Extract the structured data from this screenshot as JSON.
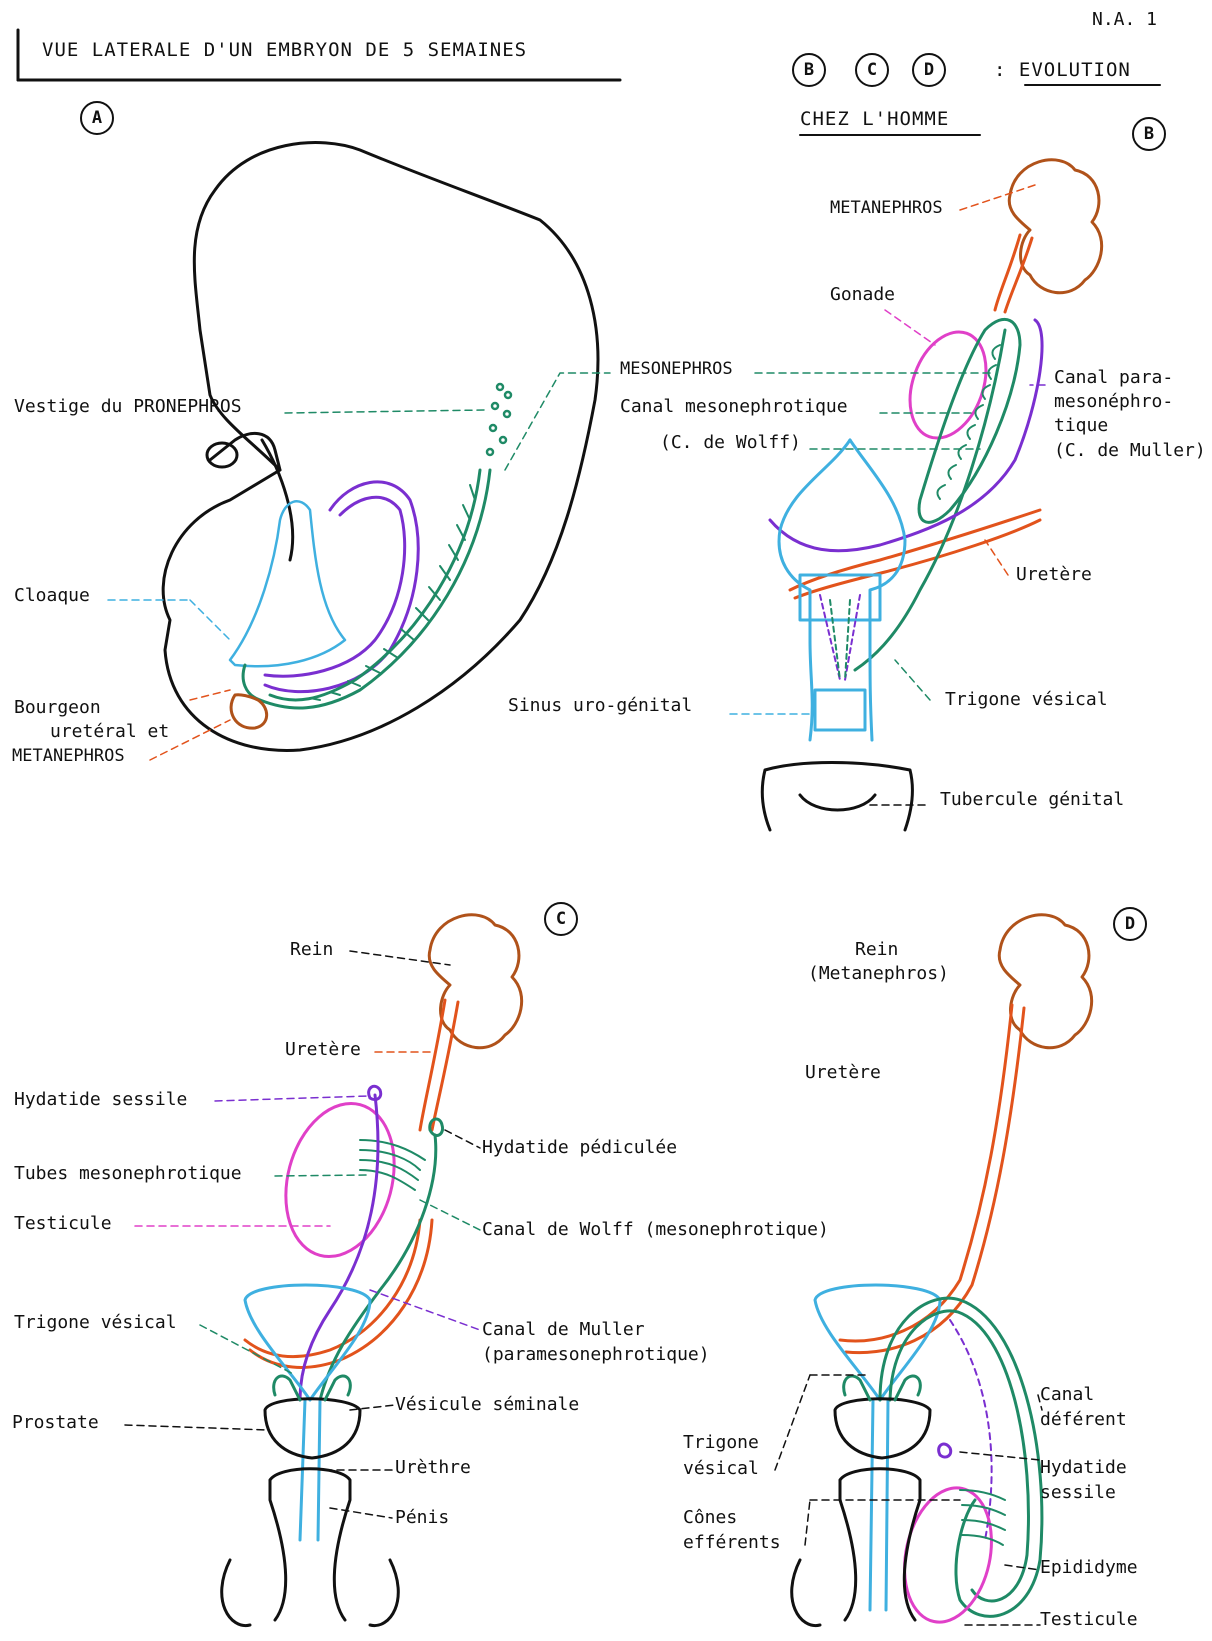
{
  "header": {
    "page_ref": "N.A. 1",
    "title": "VUE LATERALE D'UN EMBRYON DE 5 SEMAINES",
    "evolution_letters": [
      "B",
      "C",
      "D"
    ],
    "evolution_label": ": EVOLUTION",
    "subtitle": "CHEZ L'HOMME"
  },
  "panels": {
    "A": {
      "letter": "A",
      "labels": {
        "pronephros": "Vestige du PRONEPHROS",
        "cloaque": "Cloaque",
        "bourgeon_1": "Bourgeon",
        "bourgeon_2": "uretéral et",
        "metanephros": "METANEPHROS"
      }
    },
    "B": {
      "letter": "B",
      "labels": {
        "metanephros": "METANEPHROS",
        "gonade": "Gonade",
        "mesonephros": "MESONEPHROS",
        "canal_meso": "Canal mesonephrotique",
        "wolff": "(C. de Wolff)",
        "para_1": "Canal para-",
        "para_2": "mesonéphro-",
        "para_3": "tique",
        "para_4": "(C. de Muller)",
        "uretere": "Uretère",
        "trigone": "Trigone vésical",
        "sinus": "Sinus uro-génital",
        "tubercule": "Tubercule génital"
      }
    },
    "C": {
      "letter": "C",
      "labels": {
        "rein": "Rein",
        "uretere": "Uretère",
        "hydatide_sessile": "Hydatide sessile",
        "tubes": "Tubes mesonephrotique",
        "testicule": "Testicule",
        "hydatide_ped": "Hydatide pédiculée",
        "wolff": "Canal de Wolff  (mesonephrotique)",
        "trigone": "Trigone vésical",
        "muller_1": "Canal de Muller",
        "muller_2": "(paramesonephrotique)",
        "prostate": "Prostate",
        "vesicule": "Vésicule séminale",
        "urethre": "Urèthre",
        "penis": "Pénis"
      }
    },
    "D": {
      "letter": "D",
      "labels": {
        "rein_1": "Rein",
        "rein_2": "(Metanephros)",
        "uretere": "Uretère",
        "canal_1": "Canal",
        "canal_2": "déférent",
        "trigone_1": "Trigone",
        "trigone_2": "vésical",
        "hydatide_1": "Hydatide",
        "hydatide_2": "sessile",
        "cones_1": "Cônes",
        "cones_2": "efférents",
        "epididyme": "Epididyme",
        "testicule": "Testicule"
      }
    }
  },
  "colors": {
    "green": "#1f8a66",
    "purple": "#7a2fd0",
    "orange": "#e2531c",
    "brown": "#b0521a",
    "cyan": "#3fb0e0",
    "pink": "#e040c8",
    "black": "#111111"
  }
}
